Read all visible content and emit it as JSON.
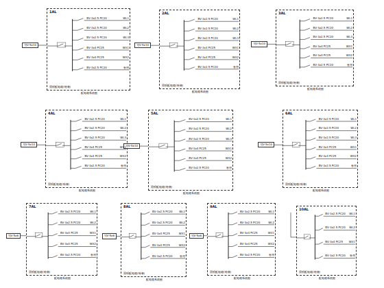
{
  "diagram": {
    "nodes": [
      {
        "text": [
          "YJV-5x10"
        ]
      },
      {
        "text": [
          "1AL",
          "照明配电箱(暗装)",
          "配电箱系统图"
        ]
      },
      {
        "text": [
          "YJV-5x10"
        ]
      },
      {
        "text": [
          "2AL",
          "照明配电箱(暗装)",
          "配电箱系统图"
        ]
      },
      {
        "text": [
          "YJV-5x10"
        ]
      },
      {
        "text": [
          "3AL",
          "照明配电箱(暗装)",
          "配电箱系统图"
        ]
      },
      {
        "text": [
          "YJV-5x10"
        ]
      },
      {
        "text": [
          "4AL",
          "照明配电箱(暗装)",
          "配电箱系统图"
        ]
      },
      {
        "text": [
          "YJV-5x10"
        ]
      },
      {
        "text": [
          "5AL",
          "照明配电箱(暗装)",
          "配电箱系统图"
        ]
      },
      {
        "text": [
          "YJV-5x10"
        ]
      },
      {
        "text": [
          "6AL",
          "照明配电箱(暗装)",
          "配电箱系统图"
        ]
      },
      {
        "text": [
          "YJV-5x6"
        ]
      },
      {
        "text": [
          "7AL",
          "照明配电箱(暗装)",
          "配电箱系统图"
        ]
      },
      {
        "text": [
          "YJV-5x6"
        ]
      },
      {
        "text": [
          "8AL",
          "照明配电箱(暗装)",
          "配电箱系统图"
        ]
      },
      {
        "text": [
          "YJV-5x6"
        ]
      },
      {
        "text": [
          "9AL",
          "照明配电箱(暗装)",
          "配电箱系统图"
        ]
      },
      {
        "text": [
          "10AL",
          "照明配电箱(暗装)",
          "配电箱系统图"
        ]
      }
    ],
    "edges": [
      {
        "from": 0,
        "to": 1,
        "arrow": "none"
      },
      {
        "from": 2,
        "to": 3,
        "arrow": "none"
      },
      {
        "from": 4,
        "to": 5,
        "arrow": "none"
      },
      {
        "from": 6,
        "to": 7,
        "arrow": "none"
      },
      {
        "from": 8,
        "to": 9,
        "arrow": "none"
      },
      {
        "from": 10,
        "to": 11,
        "arrow": "none"
      },
      {
        "from": 12,
        "to": 13,
        "arrow": "none"
      },
      {
        "from": 14,
        "to": 15,
        "arrow": "none"
      },
      {
        "from": 16,
        "to": 17,
        "arrow": "none"
      }
    ],
    "labels": [
      "BV-3x2.5 PC20",
      "WL1",
      "BV-3x2.5 PC20",
      "WL2",
      "BV-3x2.5 PC20",
      "WL3",
      "BV-3x4 PC25",
      "WX1",
      "BV-3x4 PC25",
      "WX2",
      "BV-3x2.5 PC20",
      "备用",
      "BV-3x2.5 PC20",
      "WL1",
      "BV-3x2.5 PC20",
      "WL2",
      "BV-3x2.5 PC20",
      "WL3",
      "BV-3x4 PC25",
      "WX1",
      "BV-3x4 PC25",
      "WX2",
      "BV-3x2.5 PC20",
      "备用",
      "BV-3x2.5 PC20",
      "WL1",
      "BV-3x2.5 PC20",
      "WL2",
      "BV-3x2.5 PC20",
      "WL3",
      "BV-3x4 PC25",
      "WX1",
      "BV-3x4 PC25",
      "WX2",
      "BV-3x2.5 PC20",
      "备用",
      "BV-3x2.5 PC20",
      "WL1",
      "BV-3x2.5 PC20",
      "WL2",
      "BV-3x2.5 PC20",
      "WL3",
      "BV-3x4 PC25",
      "WX1",
      "BV-3x4 PC25",
      "WX2",
      "BV-3x2.5 PC20",
      "备用",
      "BV-3x2.5 PC20",
      "WL1",
      "BV-3x2.5 PC20",
      "WL2",
      "BV-3x2.5 PC20",
      "WL3",
      "BV-3x4 PC25",
      "WX1",
      "BV-3x4 PC25",
      "WX2",
      "BV-3x2.5 PC20",
      "备用",
      "BV-3x2.5 PC20",
      "WL1",
      "BV-3x2.5 PC20",
      "WL2",
      "BV-3x2.5 PC20",
      "WL3",
      "BV-3x4 PC25",
      "WX1",
      "BV-3x4 PC25",
      "WX2",
      "BV-3x2.5 PC20",
      "备用",
      "BV-3x2.5 PC20",
      "WL1",
      "BV-3x2.5 PC20",
      "WL2",
      "BV-3x4 PC25",
      "WX1",
      "BV-3x4 PC25",
      "WX2",
      "BV-3x2.5 PC20",
      "备用",
      "BV-3x2.5 PC20",
      "WL1",
      "BV-3x2.5 PC20",
      "WL2",
      "BV-3x4 PC25",
      "WX1",
      "BV-3x4 PC25",
      "WX2",
      "BV-3x2.5 PC20",
      "备用",
      "BV-3x2.5 PC20",
      "WL1",
      "BV-3x2.5 PC20",
      "WL2",
      "BV-3x4 PC25",
      "WX1",
      "BV-3x4 PC25",
      "WX2",
      "BV-3x2.5 PC20",
      "备用",
      "BV-3x2.5 PC20",
      "WL1",
      "BV-3x2.5 PC20",
      "WL2",
      "BV-3x4 PC25",
      "WX1",
      "BV-3x2.5 PC20",
      "备用"
    ]
  }
}
